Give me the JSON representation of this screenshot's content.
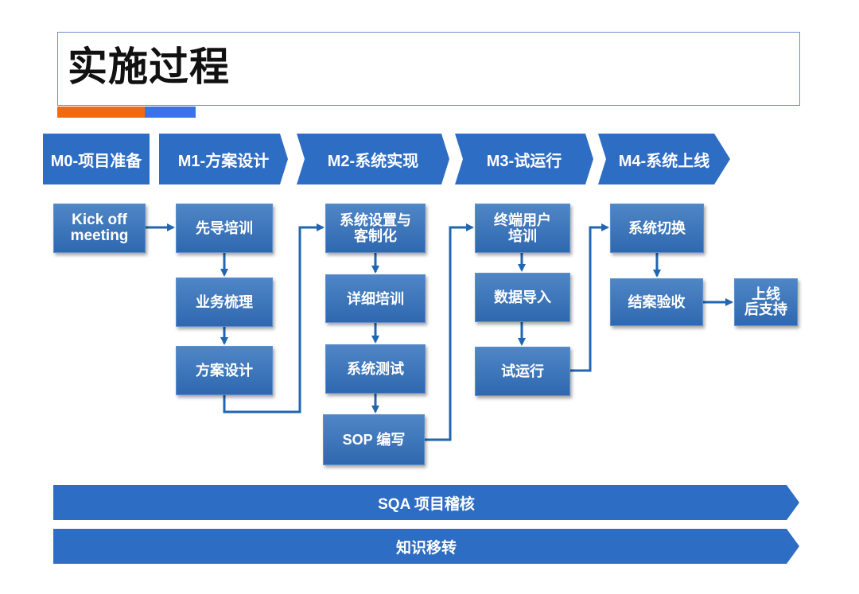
{
  "title": "实施过程",
  "colors": {
    "phase": "#2e6dc4",
    "box": "#3a74bb",
    "arrow": "#2166b0",
    "orange": "#f06a12",
    "accentBlue": "#3a73e8"
  },
  "phases": [
    "M0-项目准备",
    "M1-方案设计",
    "M2-系统实现",
    "M3-试运行",
    "M4-系统上线"
  ],
  "steps": {
    "m0": [
      "Kick off\nmeeting"
    ],
    "m1": [
      "先导培训",
      "业务梳理",
      "方案设计"
    ],
    "m2": [
      "系统设置与\n客制化",
      "详细培训",
      "系统测试",
      "SOP 编写"
    ],
    "m3": [
      "终端用户\n培训",
      "数据导入",
      "试运行"
    ],
    "m4": [
      "系统切换",
      "结案验收",
      "上线\n后支持"
    ]
  },
  "bands": [
    "SQA 项目稽核",
    "知识移转"
  ]
}
